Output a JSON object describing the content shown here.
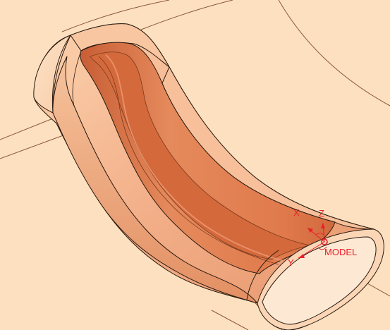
{
  "viewport": {
    "csys": {
      "x_label": "X",
      "y_label": "Y",
      "z_label": "Z",
      "name": "MODEL",
      "color": "#e8202a"
    }
  },
  "colors": {
    "background": "#ffffff",
    "base_surface": "#fde0bf",
    "base_surface_edge": "#8a5a3a",
    "tube_body": "#f1a77c",
    "tube_highlight": "#fcd6b4",
    "tube_shadow": "#d9835a",
    "groove": "#e07a4c",
    "groove_dark": "#c85e35",
    "edge_line": "#2a1a10"
  }
}
